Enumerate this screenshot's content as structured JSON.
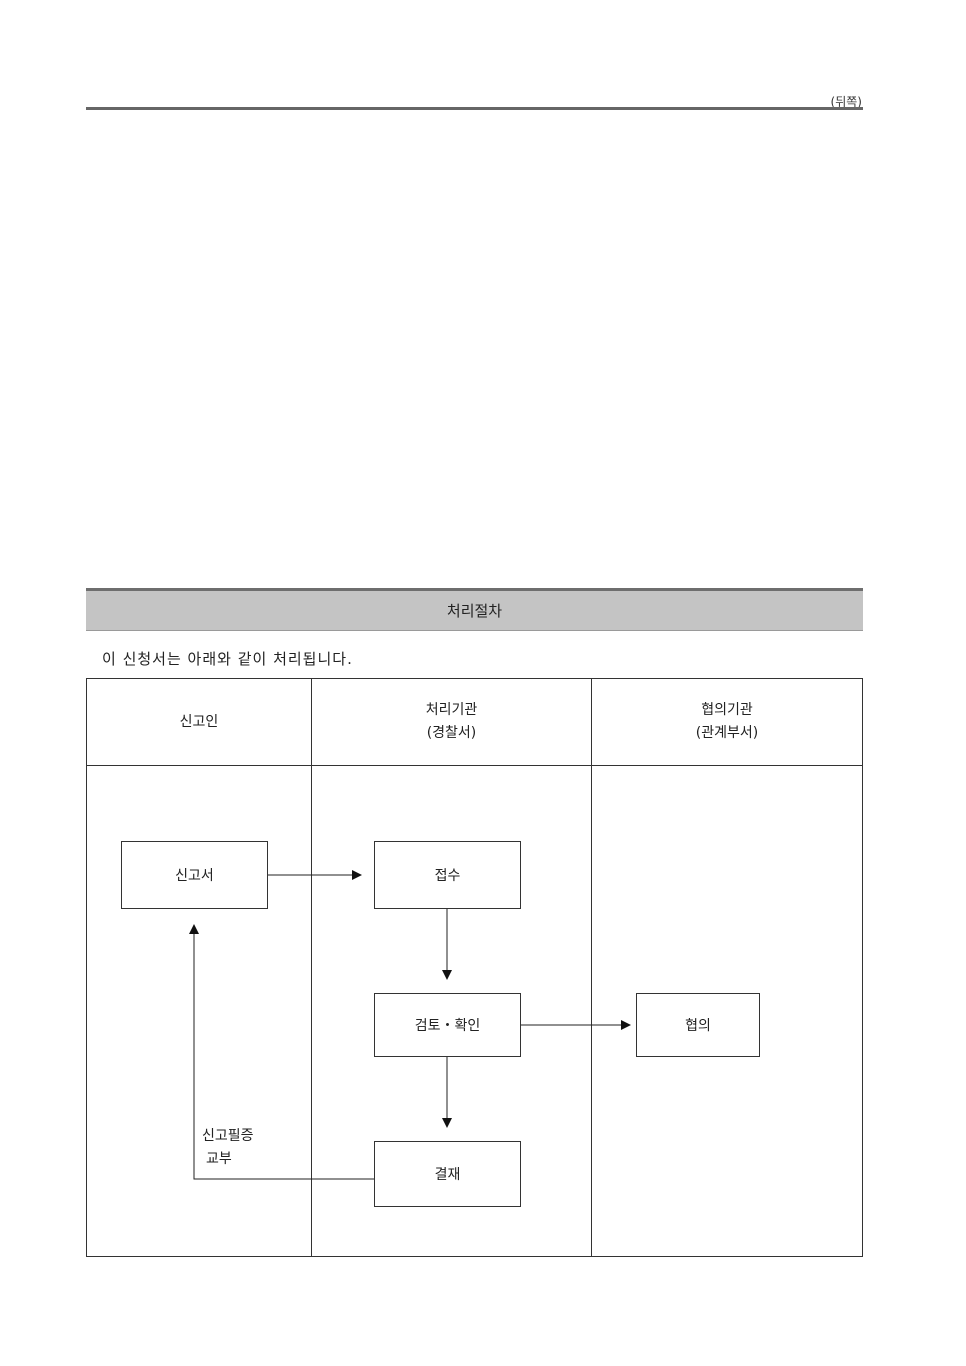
{
  "page_label": "(뒤쪽)",
  "section": {
    "title": "처리절차",
    "intro": "이 신청서는 아래와 같이 처리됩니다."
  },
  "columns": {
    "applicant": "신고인",
    "processor": {
      "name": "처리기관",
      "sub": "(경찰서)"
    },
    "consult": {
      "name": "협의기관",
      "sub": "(관계부서)"
    }
  },
  "steps": {
    "report": "신고서",
    "receipt": "접수",
    "review": "검토・확인",
    "consultation": "협의",
    "approval": "결재"
  },
  "return_note": {
    "line1": "신고필증",
    "line2": "교부"
  }
}
